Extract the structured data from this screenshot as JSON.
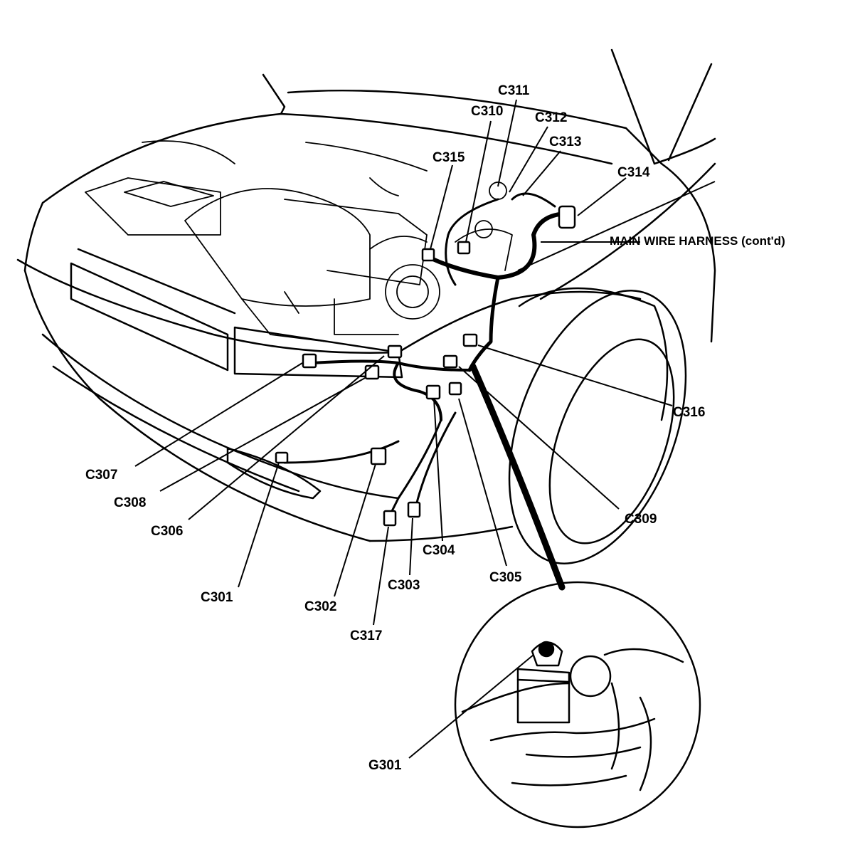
{
  "title": "MAIN WIRE HARNESS (cont'd)",
  "connectors": {
    "c301": "C301",
    "c302": "C302",
    "c303": "C303",
    "c304": "C304",
    "c305": "C305",
    "c306": "C306",
    "c307": "C307",
    "c308": "C308",
    "c309": "C309",
    "c310": "C310",
    "c311": "C311",
    "c312": "C312",
    "c313": "C313",
    "c314": "C314",
    "c315": "C315",
    "c316": "C316",
    "c317": "C317"
  },
  "ground": {
    "g301": "G301"
  },
  "colors": {
    "ink": "#000000",
    "background": "#ffffff"
  }
}
